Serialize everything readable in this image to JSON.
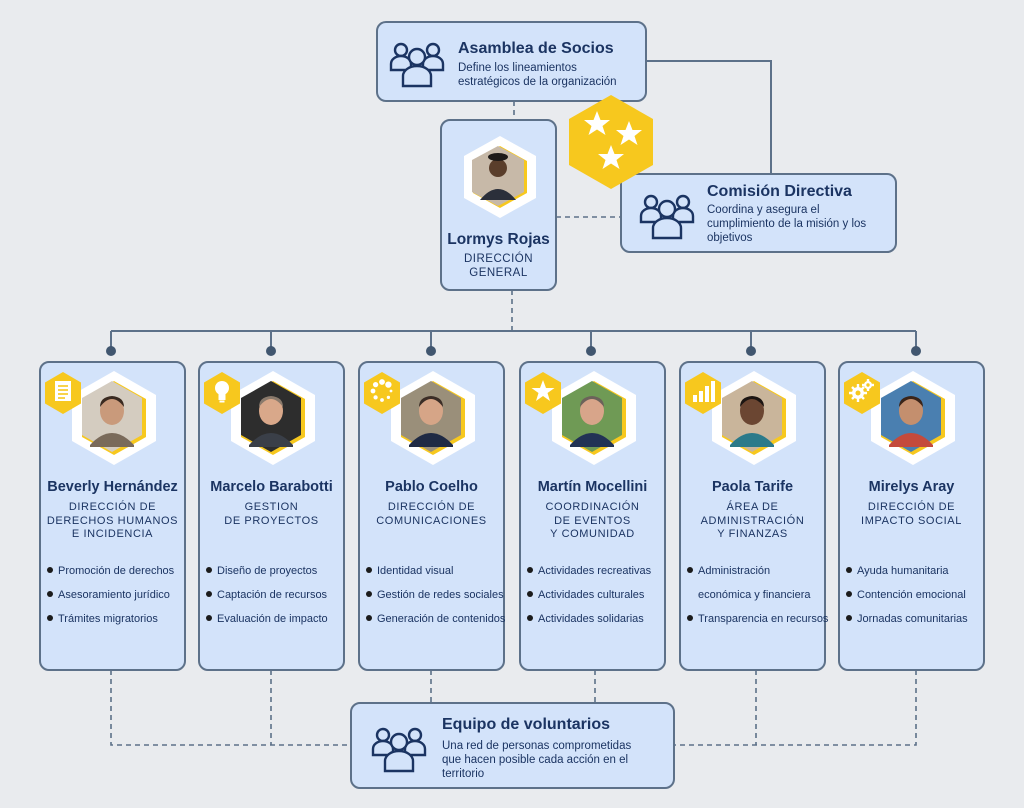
{
  "assembly": {
    "title": "Asamblea de Socios",
    "description_lines": [
      "Define los lineamientos",
      "estratégicos de la organización"
    ]
  },
  "commission": {
    "title": "Comisión Directiva",
    "description_lines": [
      "Coordina y asegura el",
      "cumplimiento de la misión y los",
      "objetivos"
    ]
  },
  "director": {
    "name": "Lormys Rojas",
    "role": "DIRECCIÓN GENERAL",
    "badge_icon": "stars-icon"
  },
  "departments": [
    {
      "name": "Beverly Hernández",
      "role_lines": [
        "DIRECCIÓN DE",
        "DERECHOS HUMANOS",
        "E INCIDENCIA"
      ],
      "icon": "document-icon",
      "tasks": [
        "Promoción de derechos",
        "Asesoramiento jurídico",
        "Trámites migratorios"
      ]
    },
    {
      "name": "Marcelo Barabotti",
      "role_lines": [
        "GESTION",
        "DE PROYECTOS"
      ],
      "icon": "lightbulb-icon",
      "tasks": [
        "Diseño de proyectos",
        "Captación de recursos",
        "Evaluación de impacto"
      ]
    },
    {
      "name": "Pablo Coelho",
      "role_lines": [
        "DIRECCIÓN DE",
        "COMUNICACIONES"
      ],
      "icon": "loading-dots-icon",
      "tasks": [
        "Identidad visual",
        "Gestión de redes sociales",
        "Generación de contenidos"
      ]
    },
    {
      "name": "Martín Mocellini",
      "role_lines": [
        "COORDINACIÓN",
        "DE EVENTOS",
        "Y COMUNIDAD"
      ],
      "icon": "star-icon",
      "tasks": [
        "Actividades recreativas",
        "Actividades culturales",
        "Actividades solidarias"
      ]
    },
    {
      "name": "Paola Tarife",
      "role_lines": [
        "ÁREA DE",
        "ADMINISTRACIÓN",
        "Y FINANZAS"
      ],
      "icon": "bar-chart-icon",
      "tasks": [
        "Administración",
        "económica y financiera",
        "Transparencia en recursos"
      ],
      "task_bullets": [
        true,
        false,
        true
      ]
    },
    {
      "name": "Mirelys Aray",
      "role_lines": [
        "DIRECCIÓN DE",
        "IMPACTO SOCIAL"
      ],
      "icon": "gears-icon",
      "tasks": [
        "Ayuda humanitaria",
        "Contención emocional",
        "Jornadas comunitarias"
      ]
    }
  ],
  "volunteers": {
    "title": "Equipo de voluntarios",
    "description_lines": [
      "Una red de personas comprometidas",
      "que hacen posible cada acción en el",
      "territorio"
    ]
  },
  "colors": {
    "box_fill": "#d3e3fa",
    "box_border": "#5d7189",
    "text": "#1b3462",
    "accent_yellow": "#f7c81e",
    "connector": "#5d7189",
    "background": "#e9ebee"
  }
}
